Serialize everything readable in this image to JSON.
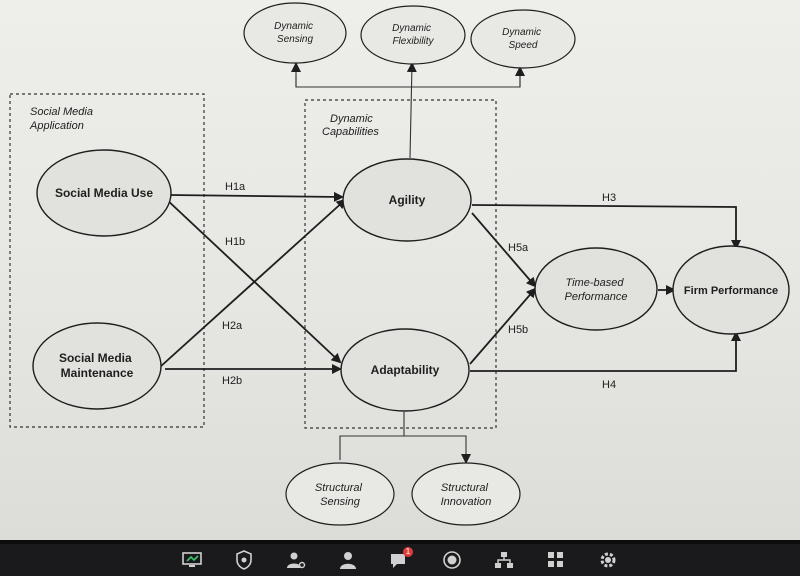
{
  "groups": {
    "social_media_application": [
      "Social Media",
      "Application"
    ],
    "dynamic_capabilities": [
      "Dynamic",
      "Capabilities"
    ]
  },
  "nodes": {
    "social_media_use": [
      "Social Media Use"
    ],
    "social_media_maintenance": [
      "Social Media",
      "Maintenance"
    ],
    "agility": [
      "Agility"
    ],
    "adaptability": [
      "Adaptability"
    ],
    "time_based_performance": [
      "Time-based",
      "Performance"
    ],
    "firm_performance": [
      "Firm Performance"
    ],
    "dynamic_sensing": [
      "Dynamic",
      "Sensing"
    ],
    "dynamic_flexibility": [
      "Dynamic",
      "Flexibility"
    ],
    "dynamic_speed": [
      "Dynamic",
      "Speed"
    ],
    "structural_sensing": [
      "Structural",
      "Sensing"
    ],
    "structural_innovation": [
      "Structural",
      "Innovation"
    ]
  },
  "hypotheses": {
    "h1a": "H1a",
    "h1b": "H1b",
    "h2a": "H2a",
    "h2b": "H2b",
    "h3": "H3",
    "h4": "H4",
    "h5a": "H5a",
    "h5b": "H5b"
  },
  "taskbar": {
    "icons": [
      "monitor-icon",
      "shield-icon",
      "person-settings-icon",
      "person-icon",
      "chat-icon",
      "record-icon",
      "network-icon",
      "apps-icon",
      "gear-icon"
    ],
    "chat_badge": "1"
  }
}
